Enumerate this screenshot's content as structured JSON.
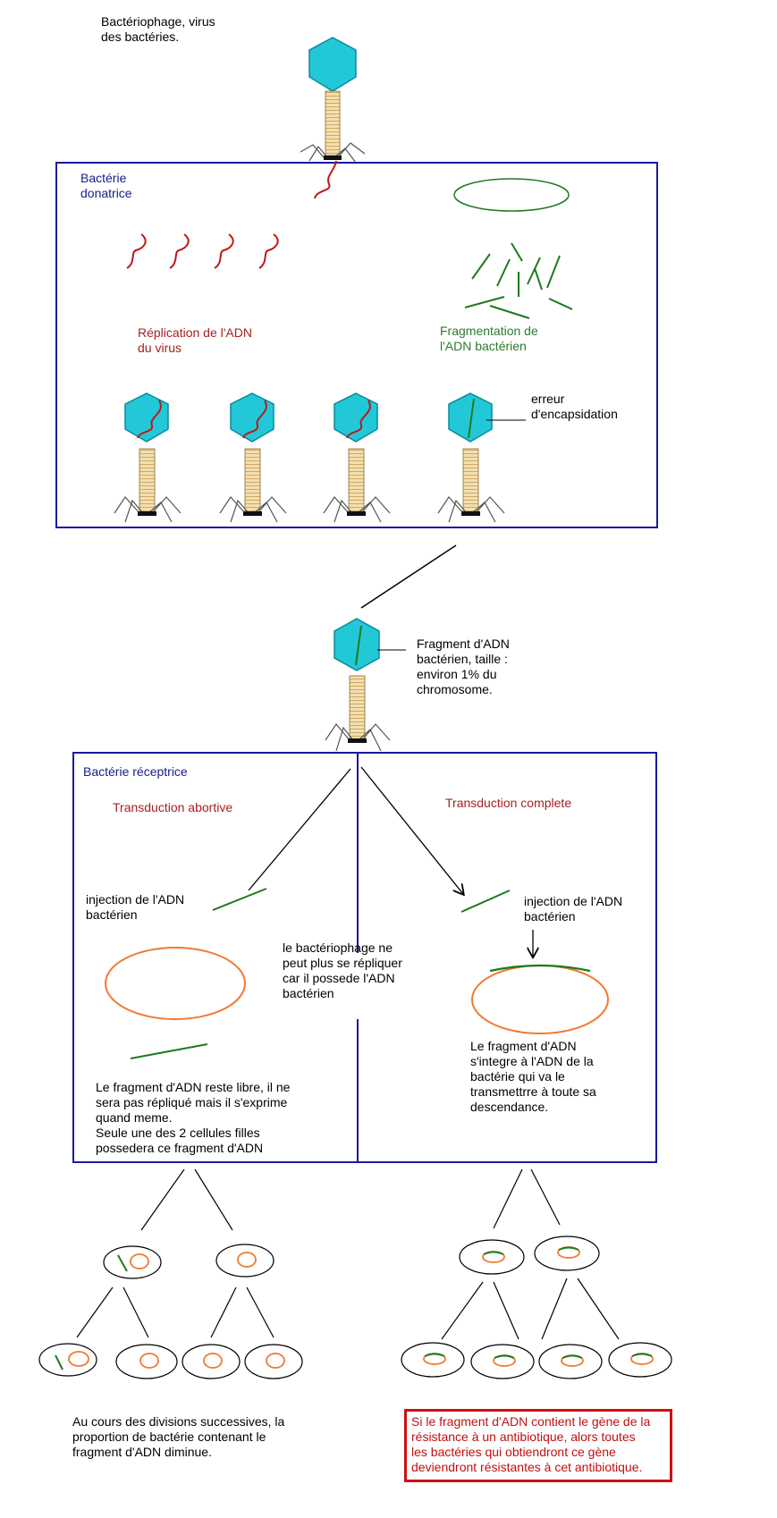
{
  "top_caption": [
    "Bactériophage, virus",
    "des bactéries."
  ],
  "donor": {
    "title": [
      "Bactérie",
      "donatrice"
    ],
    "replication": [
      "Réplication de l'ADN",
      "du virus"
    ],
    "fragmentation": [
      "Fragmentation de",
      "l'ADN bactérien"
    ],
    "error": [
      "erreur",
      "d'encapsidation"
    ]
  },
  "transit": {
    "fragment_note": [
      "Fragment d'ADN",
      "bactérien, taille :",
      "environ 1% du",
      "chromosome."
    ]
  },
  "recipient": {
    "title": "Bactérie réceptrice",
    "abortive": "Transduction abortive",
    "complete": "Transduction complete",
    "inject_left": [
      "injection de l'ADN",
      "bactérien"
    ],
    "inject_right": [
      "injection de l'ADN",
      "bactérien"
    ],
    "middle_note": [
      "le bactériophage ne",
      "peut plus se répliquer",
      "car il possede l'ADN",
      "bactérien"
    ],
    "left_note": [
      "Le fragment d'ADN reste libre, il ne",
      "sera pas répliqué mais il s'exprime",
      "quand meme.",
      "Seule une des 2 cellules filles",
      "possedera ce fragment d'ADN"
    ],
    "right_note": [
      "Le fragment d'ADN",
      "s'integre à l'ADN de la",
      "bactérie qui va le",
      "transmettrre à toute sa",
      "descendance."
    ]
  },
  "bottom": {
    "left_note": [
      "Au cours des divisions successives, la",
      "proportion de bactérie contenant le",
      "fragment d'ADN diminue."
    ],
    "right_note": [
      "Si le fragment d'ADN contient le gène de la",
      "résistance à un antibiotique, alors toutes",
      "les bactéries qui obtiendront ce gène",
      "deviendront résistantes à cet antibiotique."
    ]
  },
  "colors": {
    "box_border": "#1a1a9c",
    "phage_head": "#22c8d8",
    "viral_dna": "#c01818",
    "bacterial_dna": "#1e7a1e",
    "bacterium_outline": "#f07a30",
    "warning_border": "#d01010"
  }
}
